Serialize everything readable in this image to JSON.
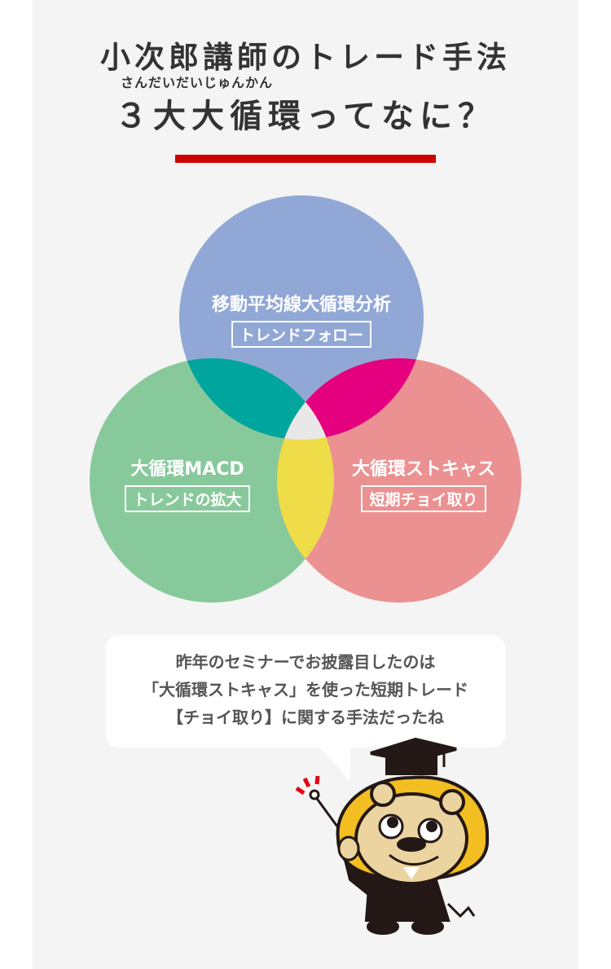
{
  "title": {
    "line1": "小次郎講師のトレード手法",
    "ruby": "さんだいだいじゅんかん",
    "line2": "３大大循環ってなに？"
  },
  "colors": {
    "accent": "#cc0000",
    "blue": "#91a8d6",
    "green": "#88c99c",
    "red": "#eb9192",
    "teal": "#00a59e",
    "magenta": "#e4007f",
    "yellow": "#eedc48",
    "center": "#e8e8e8"
  },
  "venn": [
    {
      "title": "移動平均線大循環分析",
      "sub": "トレンドフォロー"
    },
    {
      "title": "大循環MACD",
      "sub": "トレンドの拡大"
    },
    {
      "title": "大循環ストキャス",
      "sub": "短期チョイ取り"
    }
  ],
  "bubble": {
    "lines": [
      "昨年のセミナーでお披露目したのは",
      "「大循環ストキャス」を使った短期トレード",
      "【チョイ取り】に関する手法だったね"
    ]
  }
}
